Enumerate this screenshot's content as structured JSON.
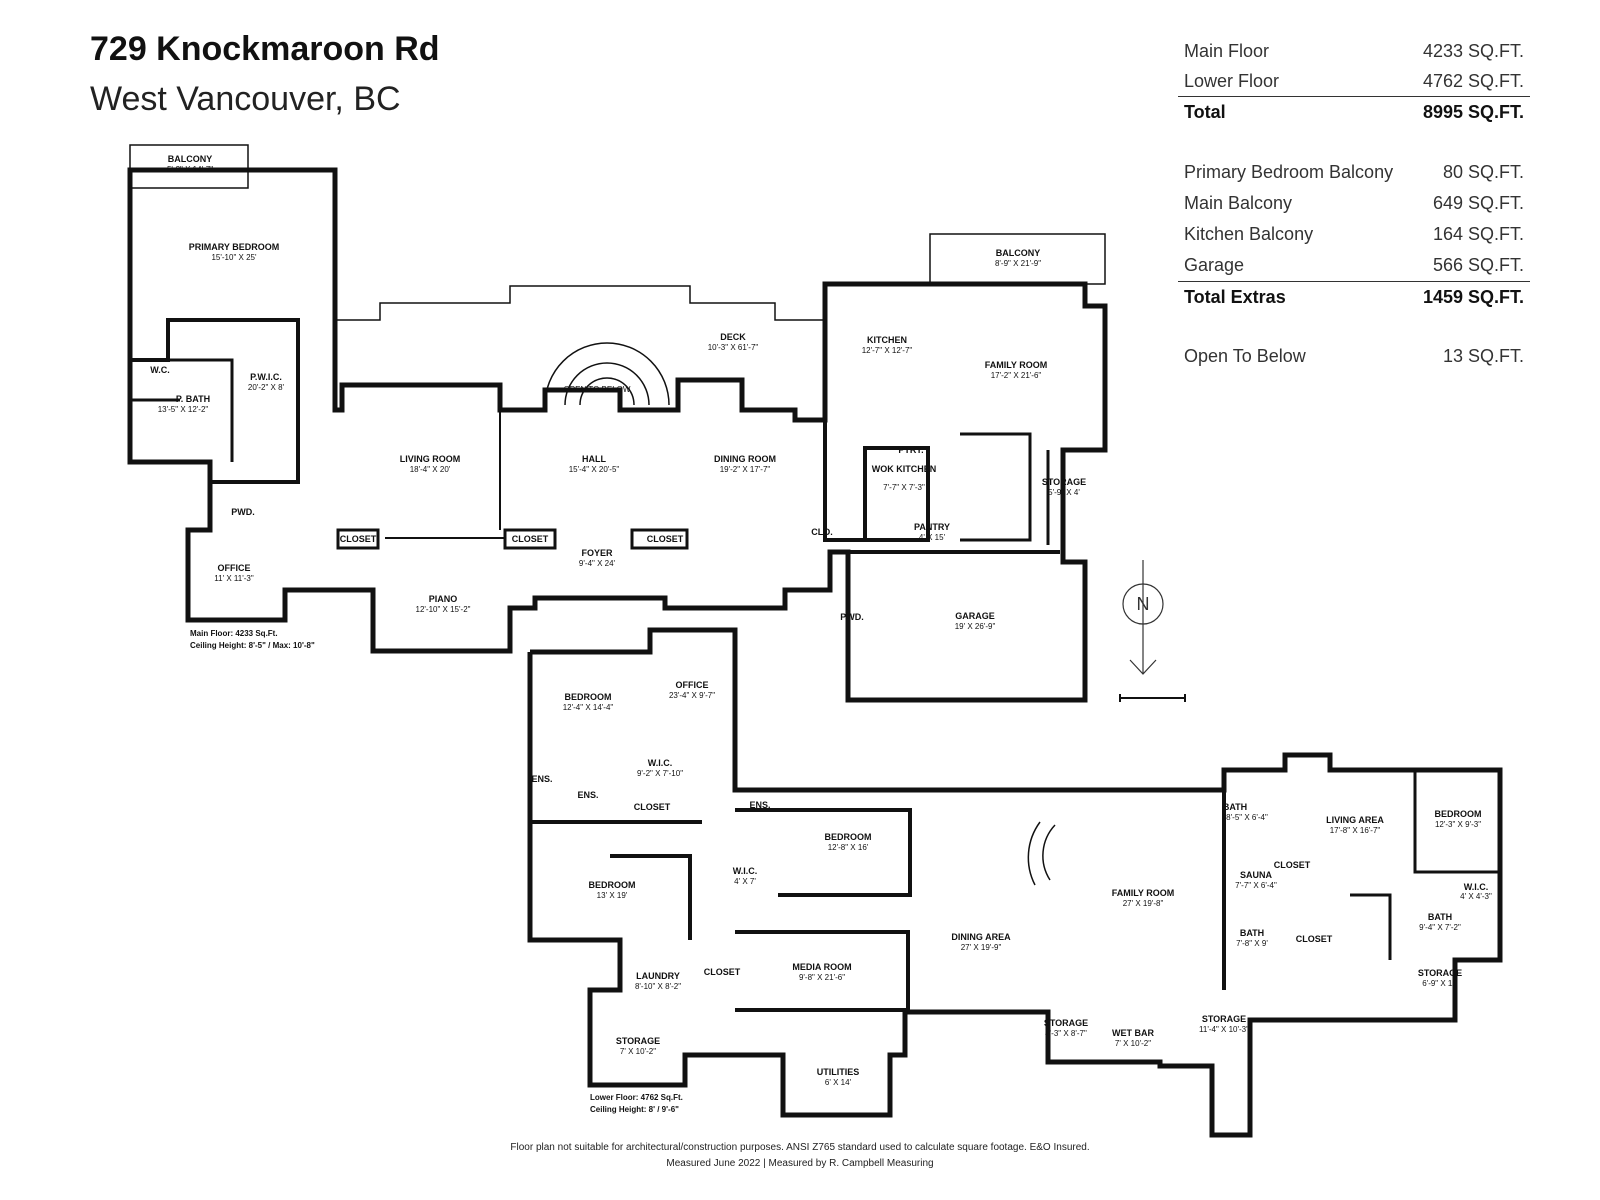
{
  "header": {
    "address": "729 Knockmaroon Rd",
    "city": "West Vancouver, BC"
  },
  "area_summary": {
    "floors": [
      {
        "label": "Main Floor",
        "value": "4233 SQ.FT."
      },
      {
        "label": "Lower Floor",
        "value": "4762 SQ.FT."
      }
    ],
    "total": {
      "label": "Total",
      "value": "8995 SQ.FT."
    },
    "extras": [
      {
        "label": "Primary Bedroom Balcony",
        "value": "80 SQ.FT."
      },
      {
        "label": "Main Balcony",
        "value": "649 SQ.FT."
      },
      {
        "label": "Kitchen Balcony",
        "value": "164 SQ.FT."
      },
      {
        "label": "Garage",
        "value": "566 SQ.FT."
      }
    ],
    "total_extras": {
      "label": "Total Extras",
      "value": "1459 SQ.FT."
    },
    "open_to_below": {
      "label": "Open To Below",
      "value": "13 SQ.FT."
    }
  },
  "main_floor": {
    "note_area": "Main Floor: 4233 Sq.Ft.",
    "note_ceiling": "Ceiling Height: 8'-5\" / Max: 10'-8\"",
    "rooms": [
      {
        "name": "BALCONY",
        "dim": "5'-3\" X 14'-7\""
      },
      {
        "name": "PRIMARY BEDROOM",
        "dim": "15'-10\" X 25'"
      },
      {
        "name": "P.W.I.C.",
        "dim": "20'-2\" X 8'"
      },
      {
        "name": "P. BATH",
        "dim": "13'-5\" X 12'-2\""
      },
      {
        "name": "W.C.",
        "dim": ""
      },
      {
        "name": "PWD.",
        "dim": ""
      },
      {
        "name": "OFFICE",
        "dim": "11' X 11'-3\""
      },
      {
        "name": "LIVING ROOM",
        "dim": "18'-4\" X 20'"
      },
      {
        "name": "HALL",
        "dim": "15'-4\" X 20'-5\""
      },
      {
        "name": "DINING ROOM",
        "dim": "19'-2\" X 17'-7\""
      },
      {
        "name": "DECK",
        "dim": "10'-3\" X 61'-7\""
      },
      {
        "name": "OPEN TO BELOW",
        "dim": ""
      },
      {
        "name": "CLOSET",
        "dim": ""
      },
      {
        "name": "CLOSET",
        "dim": ""
      },
      {
        "name": "CLOSET",
        "dim": ""
      },
      {
        "name": "FOYER",
        "dim": "9'-4\" X 24'"
      },
      {
        "name": "PIANO",
        "dim": "12'-10\" X 15'-2\""
      },
      {
        "name": "KITCHEN",
        "dim": "12'-7\" X 12'-7\""
      },
      {
        "name": "BALCONY",
        "dim": "8'-9\" X 21'-9\""
      },
      {
        "name": "FAMILY ROOM",
        "dim": "17'-2\" X 21'-6\""
      },
      {
        "name": "PTRY.",
        "dim": ""
      },
      {
        "name": "WOK KITCHEN",
        "dim": "7'-7\" X 7'-3\""
      },
      {
        "name": "PANTRY",
        "dim": "4' X 15'"
      },
      {
        "name": "CLO.",
        "dim": ""
      },
      {
        "name": "STORAGE",
        "dim": "5'-9\" X 4'"
      },
      {
        "name": "GARAGE",
        "dim": "19' X 26'-9\""
      },
      {
        "name": "PWD.",
        "dim": ""
      }
    ]
  },
  "lower_floor": {
    "note_area": "Lower Floor: 4762 Sq.Ft.",
    "note_ceiling": "Ceiling Height: 8' / 9'-6\"",
    "rooms": [
      {
        "name": "BEDROOM",
        "dim": "12'-4\" X 14'-4\""
      },
      {
        "name": "OFFICE",
        "dim": "23'-4\" X 9'-7\""
      },
      {
        "name": "W.I.C.",
        "dim": "9'-2\" X 7'-10\""
      },
      {
        "name": "ENS.",
        "dim": ""
      },
      {
        "name": "ENS.",
        "dim": ""
      },
      {
        "name": "CLOSET",
        "dim": ""
      },
      {
        "name": "BEDROOM",
        "dim": "13' X 19'"
      },
      {
        "name": "LAUNDRY",
        "dim": "8'-10\" X 8'-2\""
      },
      {
        "name": "STORAGE",
        "dim": "7' X 10'-2\""
      },
      {
        "name": "CLOSET",
        "dim": ""
      },
      {
        "name": "ENS.",
        "dim": ""
      },
      {
        "name": "BEDROOM",
        "dim": "12'-8\" X 16'"
      },
      {
        "name": "W.I.C.",
        "dim": "4' X 7'"
      },
      {
        "name": "MEDIA ROOM",
        "dim": "9'-8\" X 21'-6\""
      },
      {
        "name": "UTILITIES",
        "dim": "6' X 14'"
      },
      {
        "name": "DINING AREA",
        "dim": "27' X 19'-9\""
      },
      {
        "name": "FAMILY ROOM",
        "dim": "27' X 19'-8\""
      },
      {
        "name": "STORAGE",
        "dim": "4'-3\" X 8'-7\""
      },
      {
        "name": "WET BAR",
        "dim": "7' X 10'-2\""
      },
      {
        "name": "STORAGE",
        "dim": "11'-4\" X 10'-3\""
      },
      {
        "name": "BATH",
        "dim": "8'-5\" X 6'-4\""
      },
      {
        "name": "SAUNA",
        "dim": "7'-7\" X 6'-4\""
      },
      {
        "name": "CLOSET",
        "dim": ""
      },
      {
        "name": "BATH",
        "dim": "7'-8\" X 9'"
      },
      {
        "name": "CLOSET",
        "dim": ""
      },
      {
        "name": "LIVING AREA",
        "dim": "17'-8\" X 16'-7\""
      },
      {
        "name": "BEDROOM",
        "dim": "12'-3\" X 9'-3\""
      },
      {
        "name": "W.I.C.",
        "dim": "4' X 4'-3\""
      },
      {
        "name": "BATH",
        "dim": "9'-4\" X 7'-2\""
      },
      {
        "name": "STORAGE",
        "dim": "6'-9\" X 11'"
      }
    ]
  },
  "compass": {
    "label": "N"
  },
  "footer": {
    "disclaimer": "Floor plan not suitable for architectural/construction purposes. ANSI Z765 standard used to calculate square footage. E&O Insured.",
    "credit": "Measured June 2022 | Measured by R. Campbell Measuring"
  }
}
